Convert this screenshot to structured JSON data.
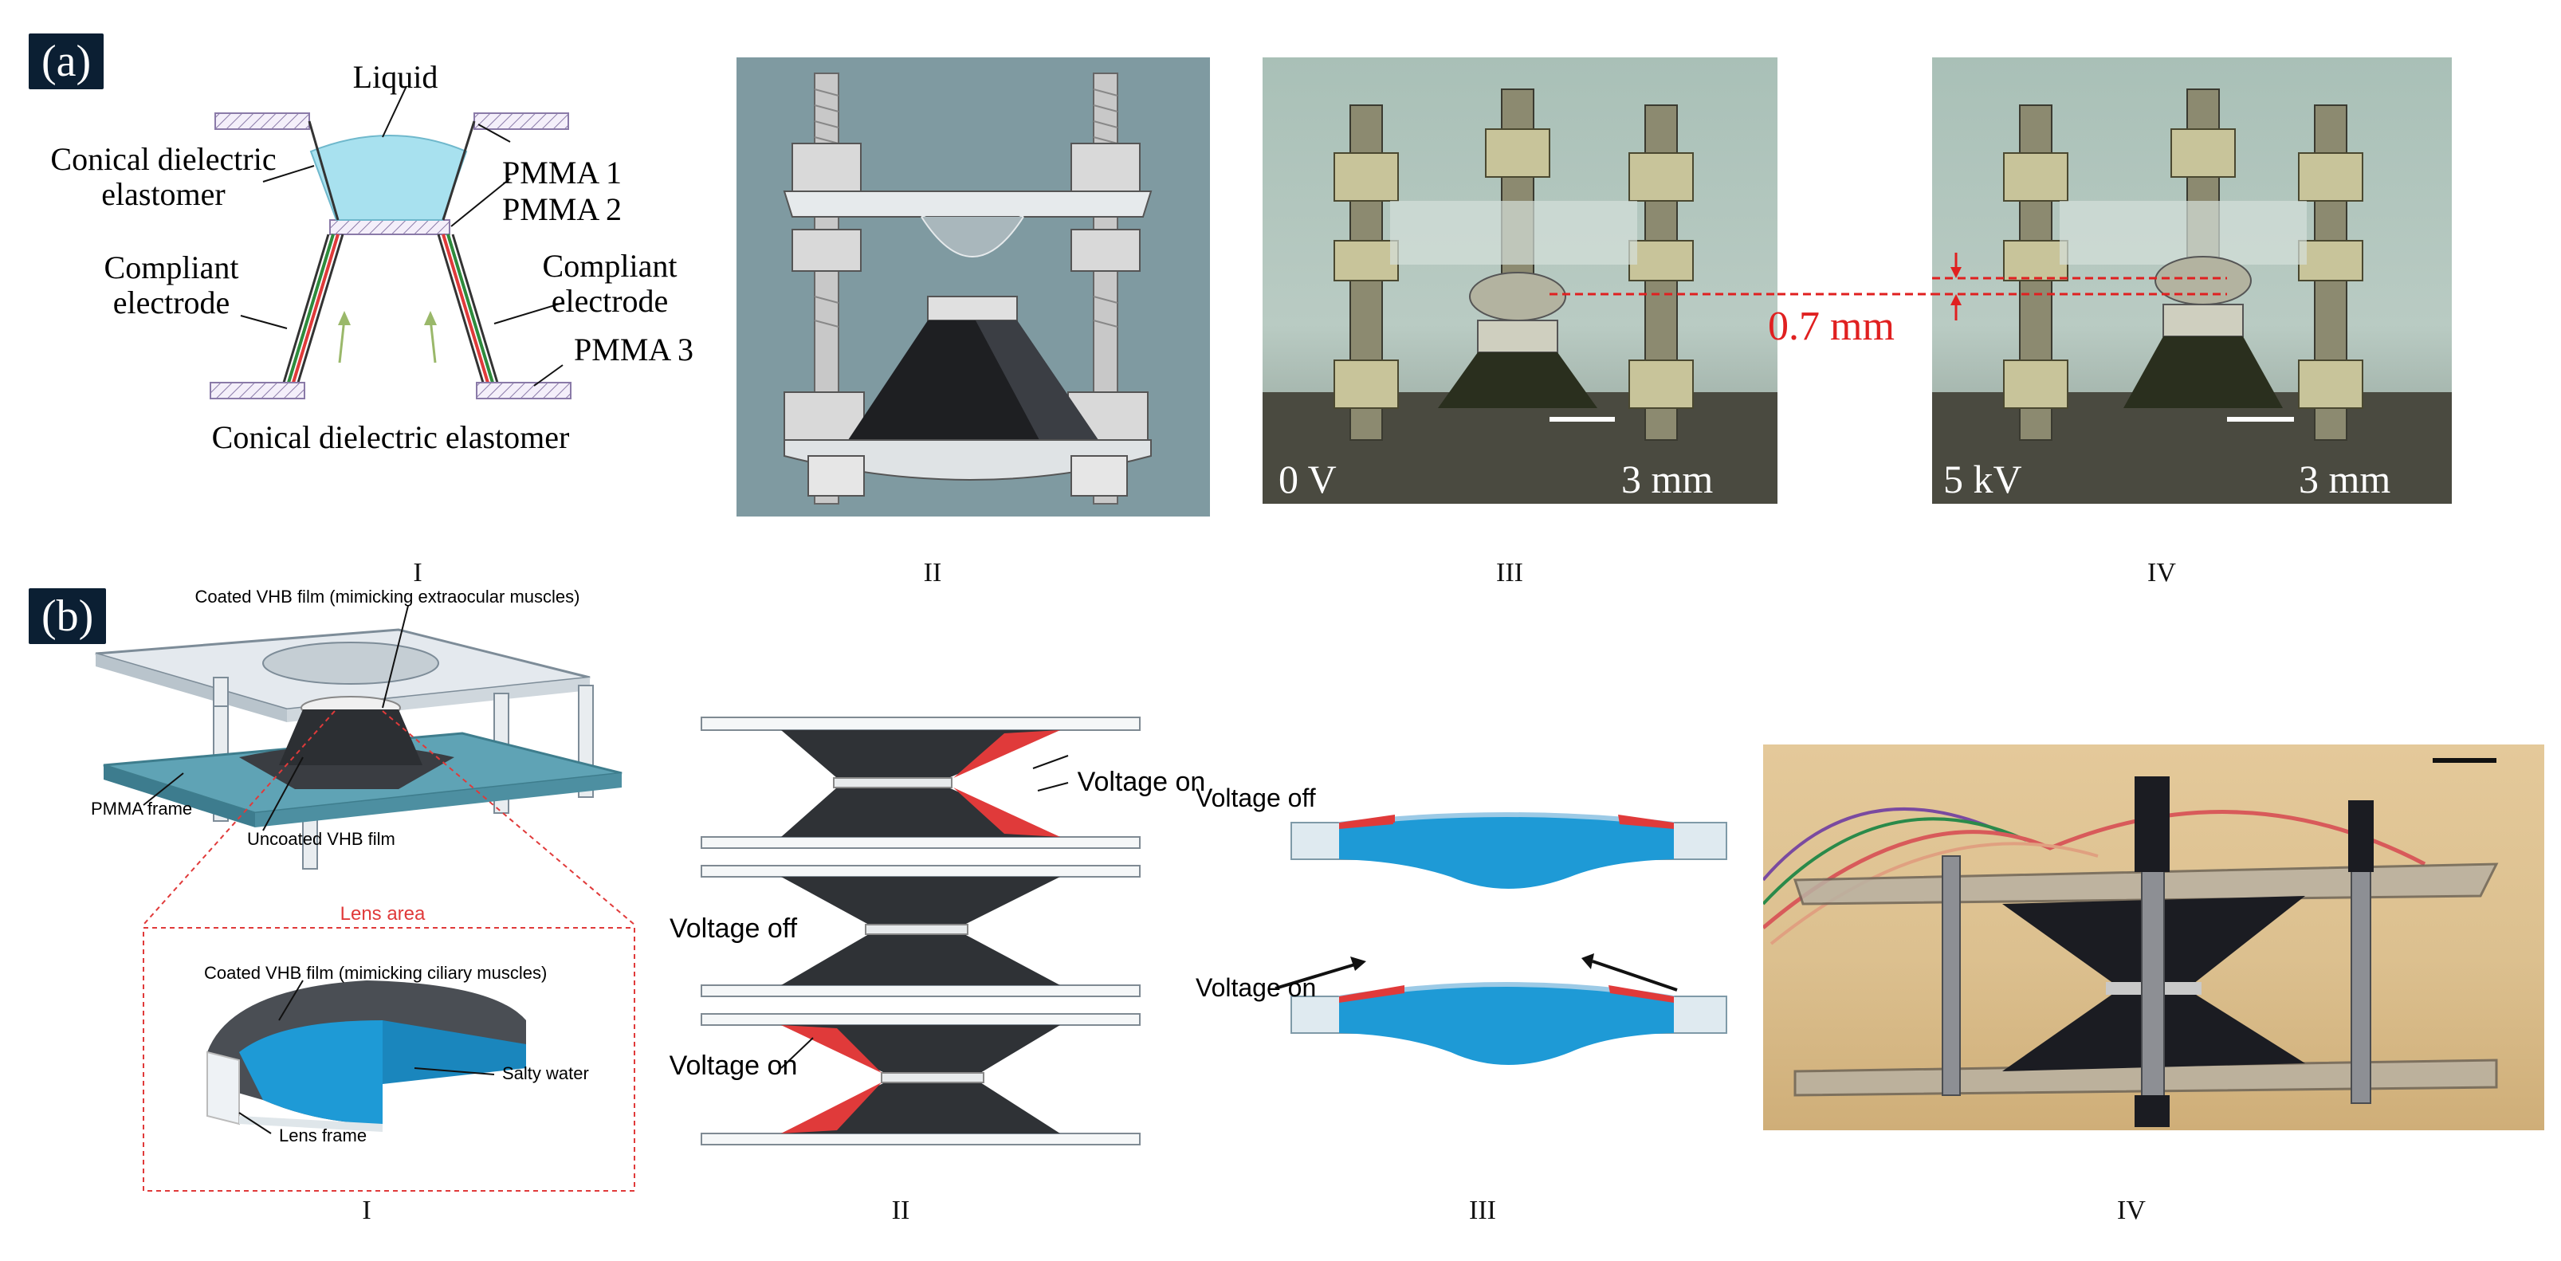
{
  "panel_a": {
    "tag": "(a)",
    "schematic": {
      "liquid": "Liquid",
      "conical_dielectric_elastomer_top": "Conical dielectric elastomer",
      "pmma1": "PMMA 1",
      "pmma2": "PMMA 2",
      "compliant_electrode_left": "Compliant electrode",
      "compliant_electrode_right": "Compliant electrode",
      "pmma3": "PMMA 3",
      "conical_dielectric_elastomer_bottom": "Conical dielectric elastomer"
    },
    "photo_iii": {
      "voltage": "0 V",
      "scale": "3 mm"
    },
    "photo_iv": {
      "voltage": "5 kV",
      "scale": "3 mm",
      "displacement": "0.7 mm"
    },
    "labels": [
      "I",
      "II",
      "III",
      "IV"
    ]
  },
  "panel_b": {
    "tag": "(b)",
    "device": {
      "coated_vhb_extraocular": "Coated VHB film (mimicking extraocular muscles)",
      "pmma_frame": "PMMA frame",
      "uncoated_vhb": "Uncoated VHB film",
      "lens_area": "Lens area",
      "coated_vhb_ciliary": "Coated VHB film (mimicking ciliary muscles)",
      "salty_water": "Salty water",
      "lens_frame": "Lens frame"
    },
    "states": {
      "voltage_on_top": "Voltage on",
      "voltage_off_mid": "Voltage off",
      "voltage_on_bottom": "Voltage on"
    },
    "lens_states": {
      "voltage_off": "Voltage off",
      "voltage_on": "Voltage on"
    },
    "labels": [
      "I",
      "II",
      "III",
      "IV"
    ]
  },
  "colors": {
    "accent_red": "#e03a3a",
    "elastomer_dark": "#2f3236",
    "water_blue": "#1e9ad6",
    "frame_teal": "#5fa3b5",
    "tag_bg": "#0b1f33"
  }
}
